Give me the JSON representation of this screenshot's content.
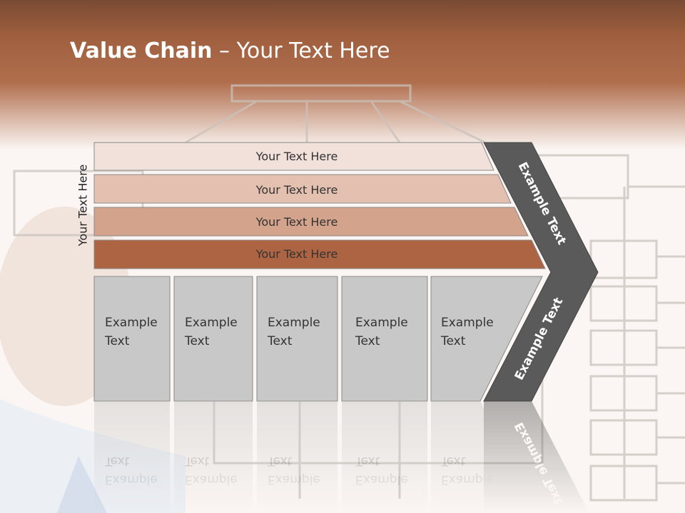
{
  "title": {
    "bold": "Value Chain",
    "rest": " – Your Text Here"
  },
  "side_label": "Your Text Here",
  "support_rows": [
    {
      "label": "Your Text Here",
      "color": "#f1e1da"
    },
    {
      "label": "Your Text Here",
      "color": "#e3c0b0"
    },
    {
      "label": "Your Text Here",
      "color": "#d3a38c"
    },
    {
      "label": "Your Text Here",
      "color": "#ad6442"
    }
  ],
  "primary_activities": [
    {
      "line1": "Example",
      "line2": "Text"
    },
    {
      "line1": "Example",
      "line2": "Text"
    },
    {
      "line1": "Example",
      "line2": "Text"
    },
    {
      "line1": "Example",
      "line2": "Text"
    },
    {
      "line1": "Example",
      "line2": "Text"
    }
  ],
  "margin_labels": {
    "upper": "Example Text",
    "lower": "Example Text"
  },
  "colors": {
    "primary_box": "#c8c8c8",
    "margin_arrow": "#5a5a5a",
    "header": "#a0603f"
  }
}
